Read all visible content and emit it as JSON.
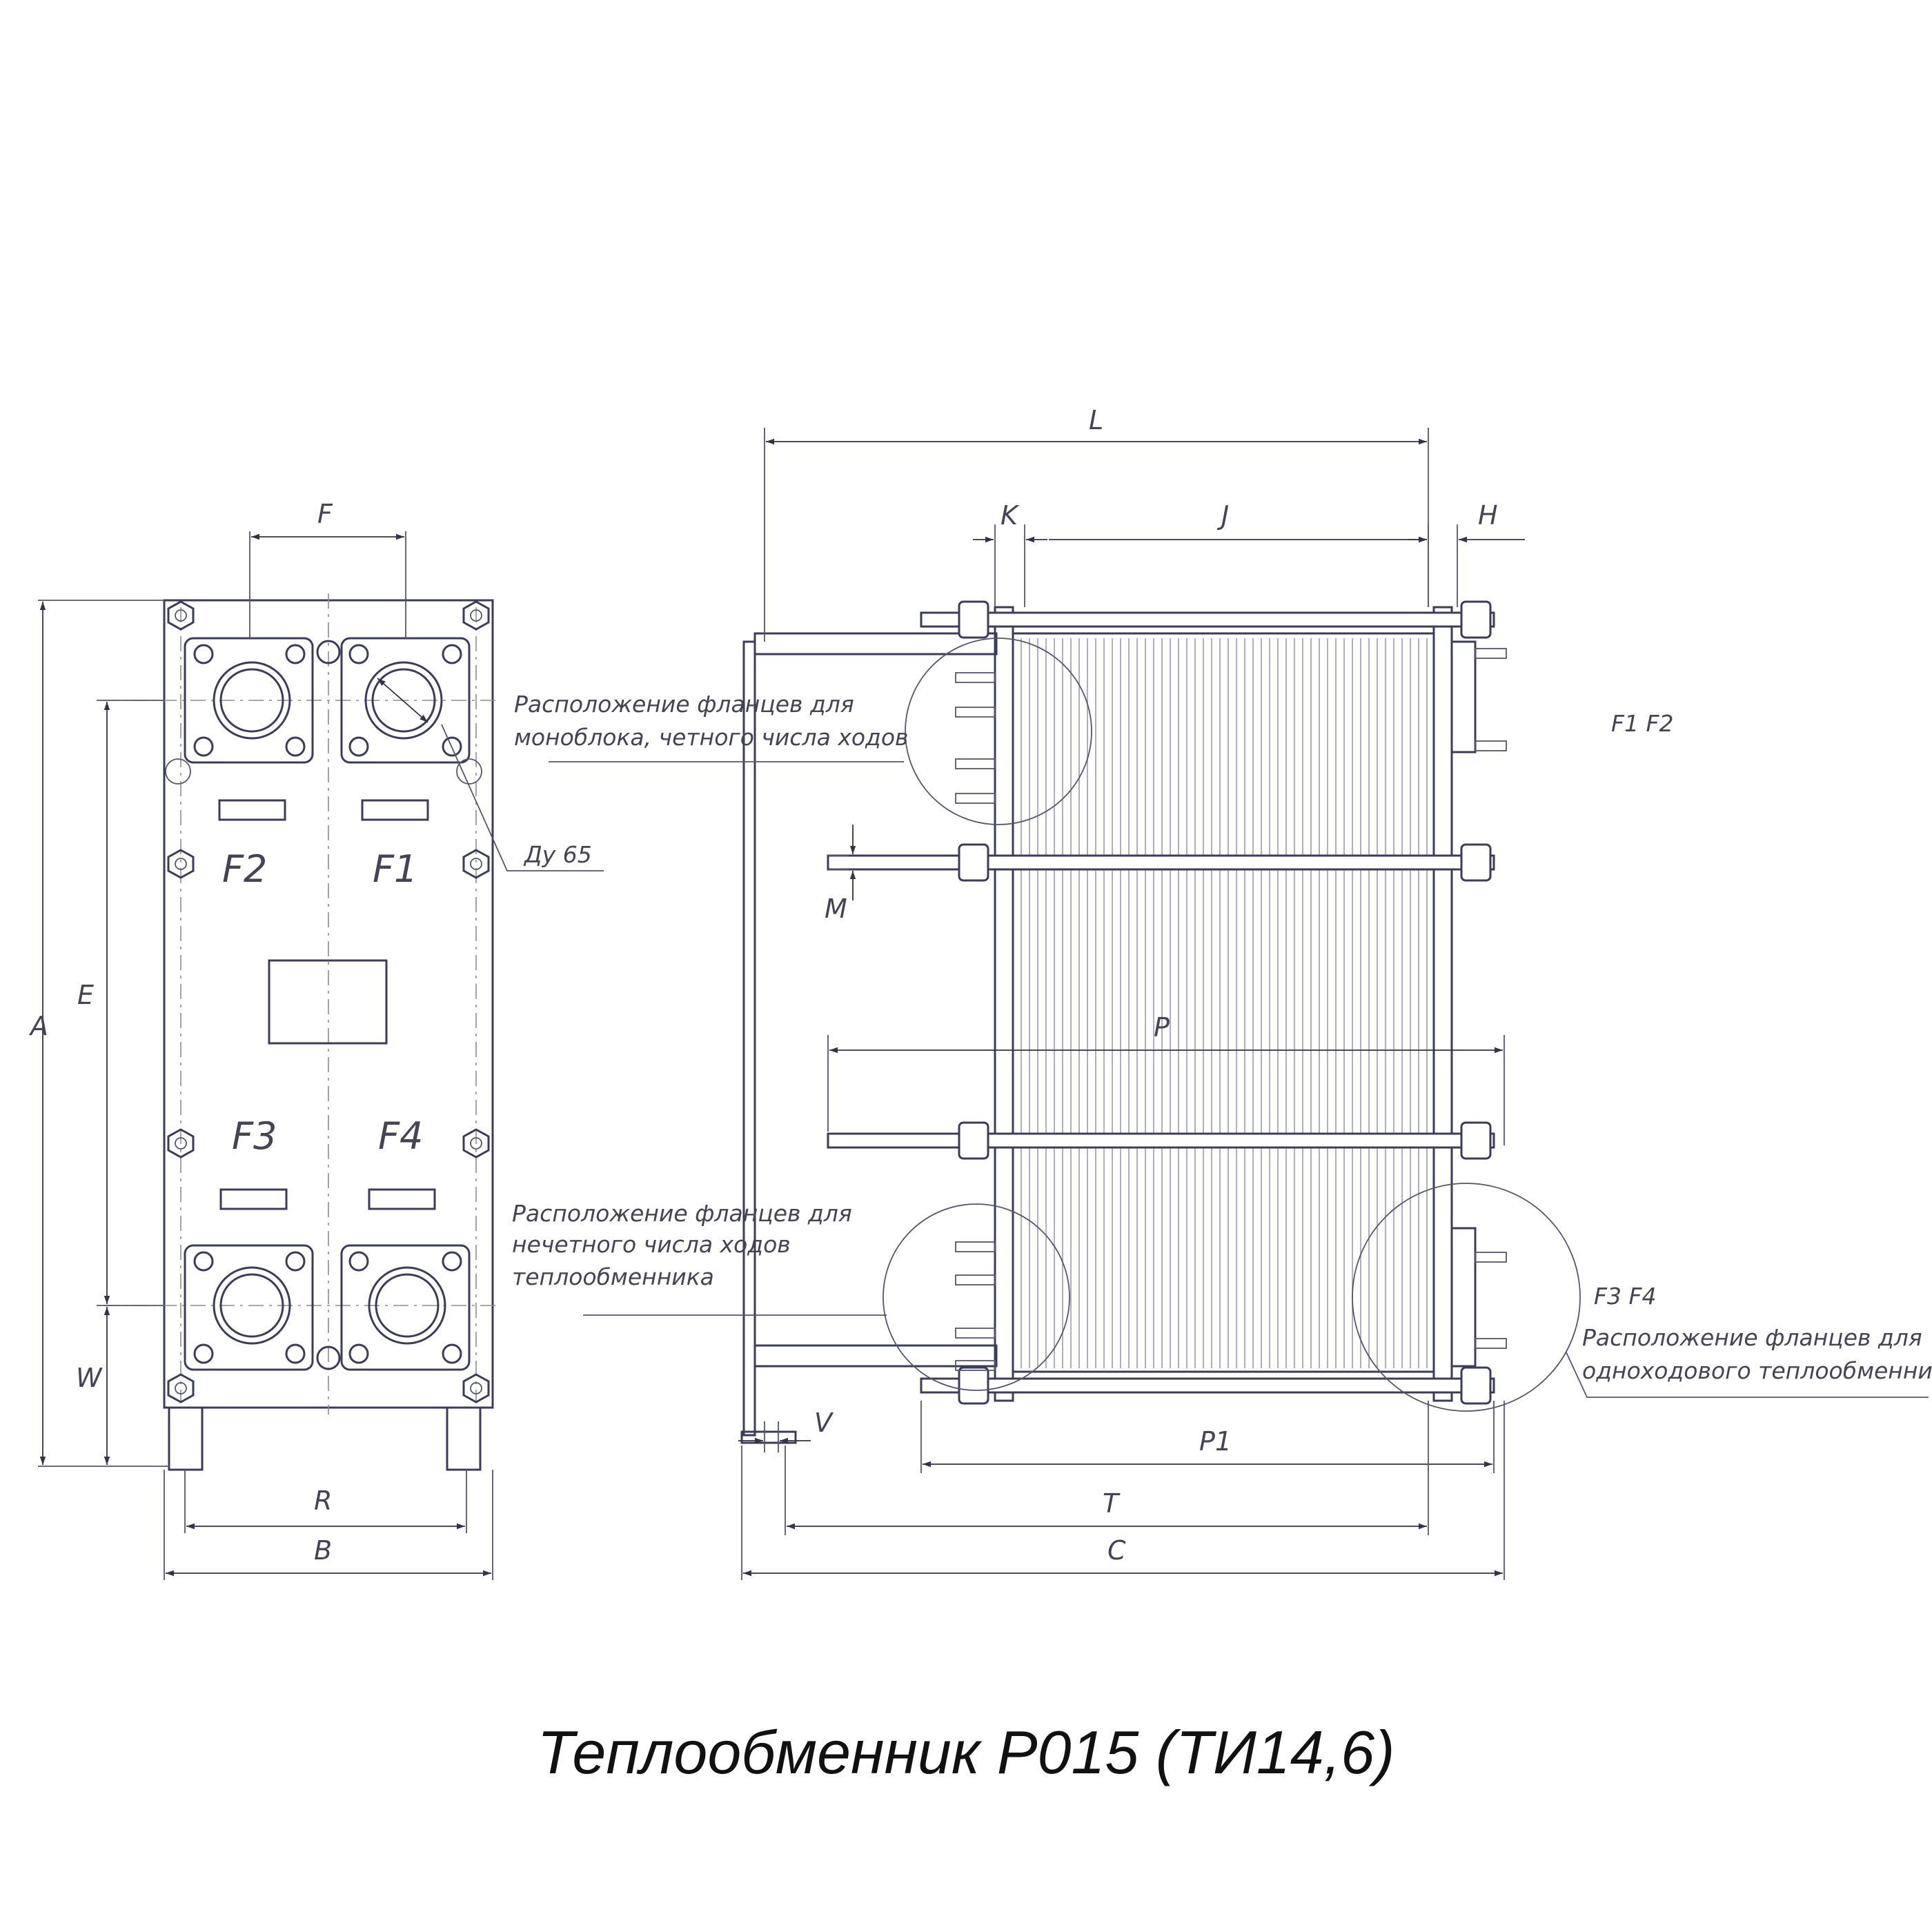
{
  "dimensions": {
    "a": "A",
    "e": "E",
    "w": "W",
    "f": "F",
    "r": "R",
    "b": "B",
    "l": "L",
    "k": "K",
    "j": "J",
    "h": "H",
    "m": "M",
    "p": "P",
    "p1": "P1",
    "v": "V",
    "t": "T",
    "c": "C"
  },
  "flanges": {
    "f1": "F1",
    "f2": "F2",
    "f3": "F3",
    "f4": "F4"
  },
  "nozzle_label": "Ду 65",
  "notes": {
    "even_line1": "Расположение фланцев для",
    "even_line2": "моноблока, четного числа ходов",
    "odd_line1": "Расположение фланцев для",
    "odd_line2": "нечетного числа ходов",
    "odd_line3": "теплообменника",
    "top_right": "F1 F2",
    "bottom_right": "F3 F4",
    "single_line1": "Расположение фланцев для",
    "single_line2": "одноходового теплообменника"
  },
  "title": "Теплообменник Р015 (ТИ14,6)"
}
